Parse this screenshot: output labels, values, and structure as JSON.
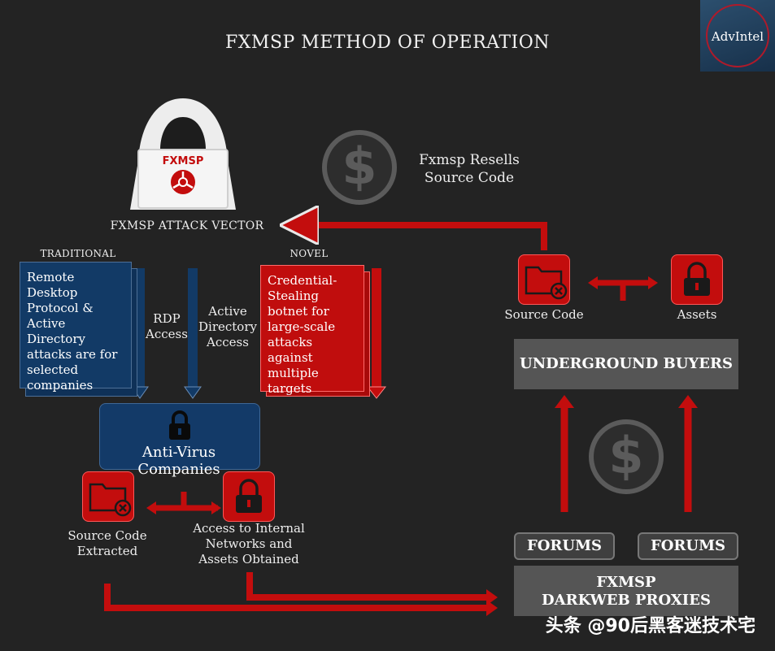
{
  "title": "FXMSP METHOD OF OPERATION",
  "logo": "AdvIntel",
  "hacker": {
    "laptop_label": "FXMSP",
    "caption": "FXMSP ATTACK VECTOR"
  },
  "traditional": {
    "heading": "TRADITIONAL",
    "doc_text": "Remote Desktop Protocol & Active Directory attacks are for selected companies",
    "rdp_label": "RDP Access",
    "ad_label": "Active Directory Access"
  },
  "novel": {
    "heading": "NOVEL",
    "doc_text": "Credential-Stealing botnet  for large-scale attacks against multiple targets"
  },
  "antivirus": {
    "label": "Anti-Virus Companies"
  },
  "left_outputs": {
    "source_code": "Source Code Extracted",
    "access": "Access to Internal Networks and Assets Obtained"
  },
  "resell": {
    "label": "Fxmsp Resells Source Code"
  },
  "right_items": {
    "source_code": "Source Code",
    "assets": "Assets"
  },
  "buyers": "UNDERGROUND BUYERS",
  "forums": [
    "FORUMS",
    "FORUMS"
  ],
  "proxies": {
    "line1": "FXMSP",
    "line2": "DARKWEB PROXIES"
  },
  "watermark": "头条 @90后黑客迷技术宅",
  "colors": {
    "background": "#232323",
    "red": "#c30d0d",
    "blue": "#133a68",
    "gray": "#555555"
  }
}
